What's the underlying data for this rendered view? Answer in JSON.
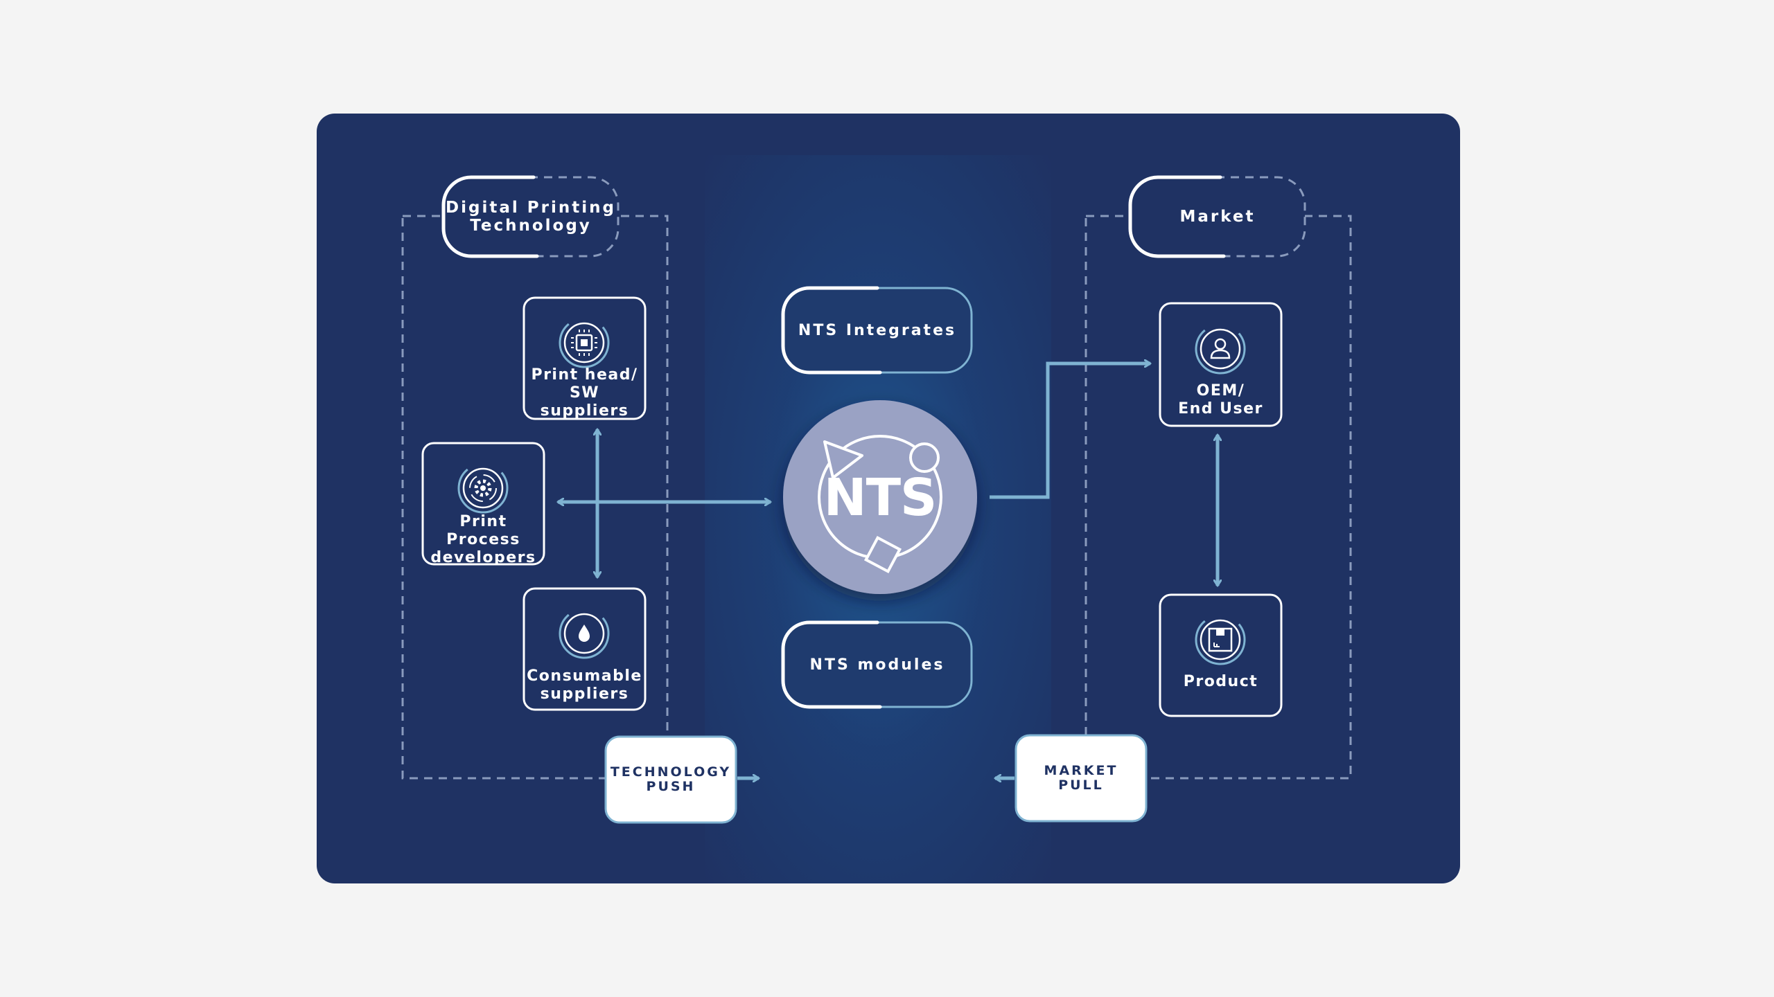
{
  "colors": {
    "page_background": "#f4f4f4",
    "panel_background": "#1f3263",
    "arrow": "#7fb3d2",
    "dashed_border": "#8a9bbd",
    "logo_circle": "#9aa2c4",
    "white": "#ffffff"
  },
  "groups": {
    "technology": {
      "title": "Digital Printing\nTechnology"
    },
    "market": {
      "title": "Market"
    }
  },
  "nodes": {
    "print_head": {
      "label": "Print head/\nSW suppliers",
      "icon": "chip-icon"
    },
    "print_process": {
      "label": "Print Process\ndevelopers",
      "icon": "gear-icon"
    },
    "consumable": {
      "label": "Consumable\nsuppliers",
      "icon": "ink-drop-icon"
    },
    "oem": {
      "label": "OEM/\nEnd User",
      "icon": "user-icon"
    },
    "product": {
      "label": "Product",
      "icon": "box-icon"
    }
  },
  "center": {
    "integrates": "NTS Integrates",
    "modules": "NTS modules",
    "logo_text": "NTS"
  },
  "flows": {
    "technology_push": "TECHNOLOGY\nPUSH",
    "market_pull": "MARKET\nPULL"
  }
}
